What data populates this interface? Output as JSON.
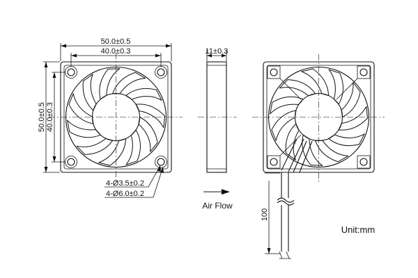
{
  "front_view": {
    "dim_outer_width": "50.0±0.5",
    "dim_inner_width": "40.0±0.3",
    "dim_outer_height": "50.0±0.5",
    "dim_inner_height": "40.0±0.3",
    "hole_small": "4-Ø3.5±0.2",
    "hole_large": "4-Ø6.0±0.2"
  },
  "side_view": {
    "dim_thickness": "11±0.3",
    "airflow_label": "Air Flow"
  },
  "back_view": {
    "lead_length": "100"
  },
  "unit_label": "Unit:mm"
}
